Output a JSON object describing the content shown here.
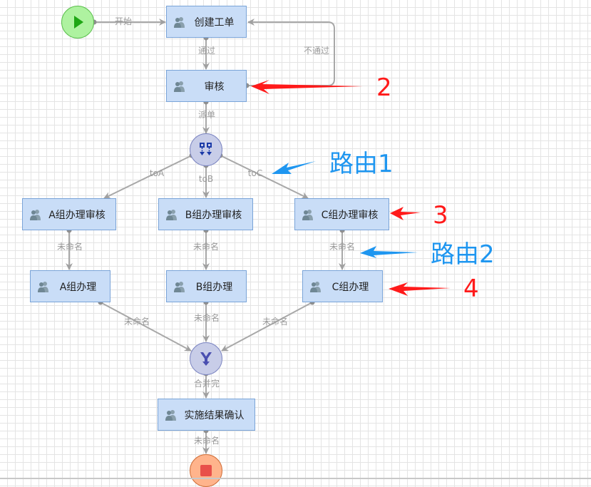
{
  "diagram": {
    "nodes": {
      "start": {
        "type": "start-event",
        "icon": "play-icon"
      },
      "create_ticket": {
        "label": "创建工单",
        "icon": "user-group-icon"
      },
      "review": {
        "label": "审核",
        "icon": "user-group-icon"
      },
      "route_gateway": {
        "type": "fork-gateway",
        "icon": "fork-icon"
      },
      "a_review": {
        "label": "A组办理审核",
        "icon": "user-group-icon"
      },
      "b_review": {
        "label": "B组办理审核",
        "icon": "user-group-icon"
      },
      "c_review": {
        "label": "C组办理审核",
        "icon": "user-group-icon"
      },
      "a_handle": {
        "label": "A组办理",
        "icon": "user-group-icon"
      },
      "b_handle": {
        "label": "B组办理",
        "icon": "user-group-icon"
      },
      "c_handle": {
        "label": "C组办理",
        "icon": "user-group-icon"
      },
      "join_gateway": {
        "type": "join-gateway",
        "icon": "merge-icon"
      },
      "confirm": {
        "label": "实施结果确认",
        "icon": "user-group-icon"
      },
      "end": {
        "type": "end-event",
        "icon": "stop-icon"
      }
    },
    "edges": {
      "start_to_create": {
        "label": "开始"
      },
      "create_to_review": {
        "label": "通过"
      },
      "review_to_create": {
        "label": "不通过"
      },
      "review_to_gateway": {
        "label": "派单"
      },
      "to_a": {
        "label": "toA"
      },
      "to_b": {
        "label": "toB"
      },
      "to_c": {
        "label": "toC"
      },
      "a_review_to_handle": {
        "label": "未命名"
      },
      "b_review_to_handle": {
        "label": "未命名"
      },
      "c_review_to_handle": {
        "label": "未命名"
      },
      "a_to_join": {
        "label": "未命名"
      },
      "b_to_join": {
        "label": "未命名"
      },
      "c_to_join": {
        "label": "未命名"
      },
      "join_to_confirm": {
        "label": "合并完"
      },
      "confirm_to_end": {
        "label": "未命名"
      }
    }
  },
  "annotations": {
    "marker_2": "2",
    "marker_3": "3",
    "marker_4": "4",
    "route_1": "路由1",
    "route_2": "路由2"
  },
  "colors": {
    "task_fill": "#c9ddf7",
    "task_border": "#7aa4d8",
    "edge": "#a6a6a6",
    "annotation_red": "#ff1a1a",
    "annotation_blue": "#1e96f0",
    "start_fill": "#aef2a0",
    "end_fill": "#ffb48c",
    "gateway_fill": "#c8cde8"
  }
}
